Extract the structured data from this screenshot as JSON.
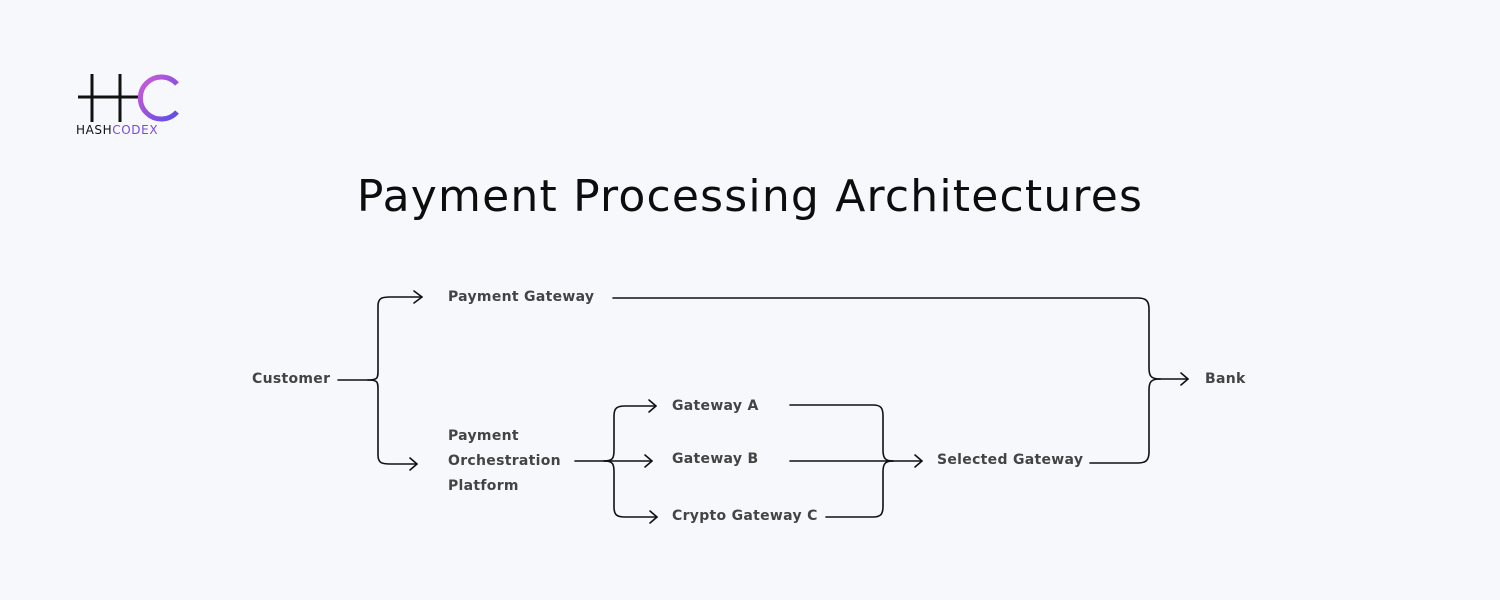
{
  "brand": {
    "logo_name": "HC logo",
    "word_part1": "HASH",
    "word_part2": "CODEX",
    "colors": {
      "dark": "#111111",
      "gradient_start": "#d15ad8",
      "gradient_end": "#5b4ee6"
    }
  },
  "title": "Payment Processing Architectures",
  "nodes": {
    "customer": "Customer",
    "payment_gateway": "Payment Gateway",
    "orchestration": {
      "line1": "Payment",
      "line2": "Orchestration",
      "line3": "Platform"
    },
    "gateway_a": "Gateway A",
    "gateway_b": "Gateway B",
    "gateway_c": "Crypto Gateway C",
    "selected_gateway": "Selected Gateway",
    "bank": "Bank"
  },
  "colors": {
    "background": "#f7f8fc",
    "line": "#111111",
    "node_text": "#444444",
    "title_text": "#0d0d0d"
  }
}
